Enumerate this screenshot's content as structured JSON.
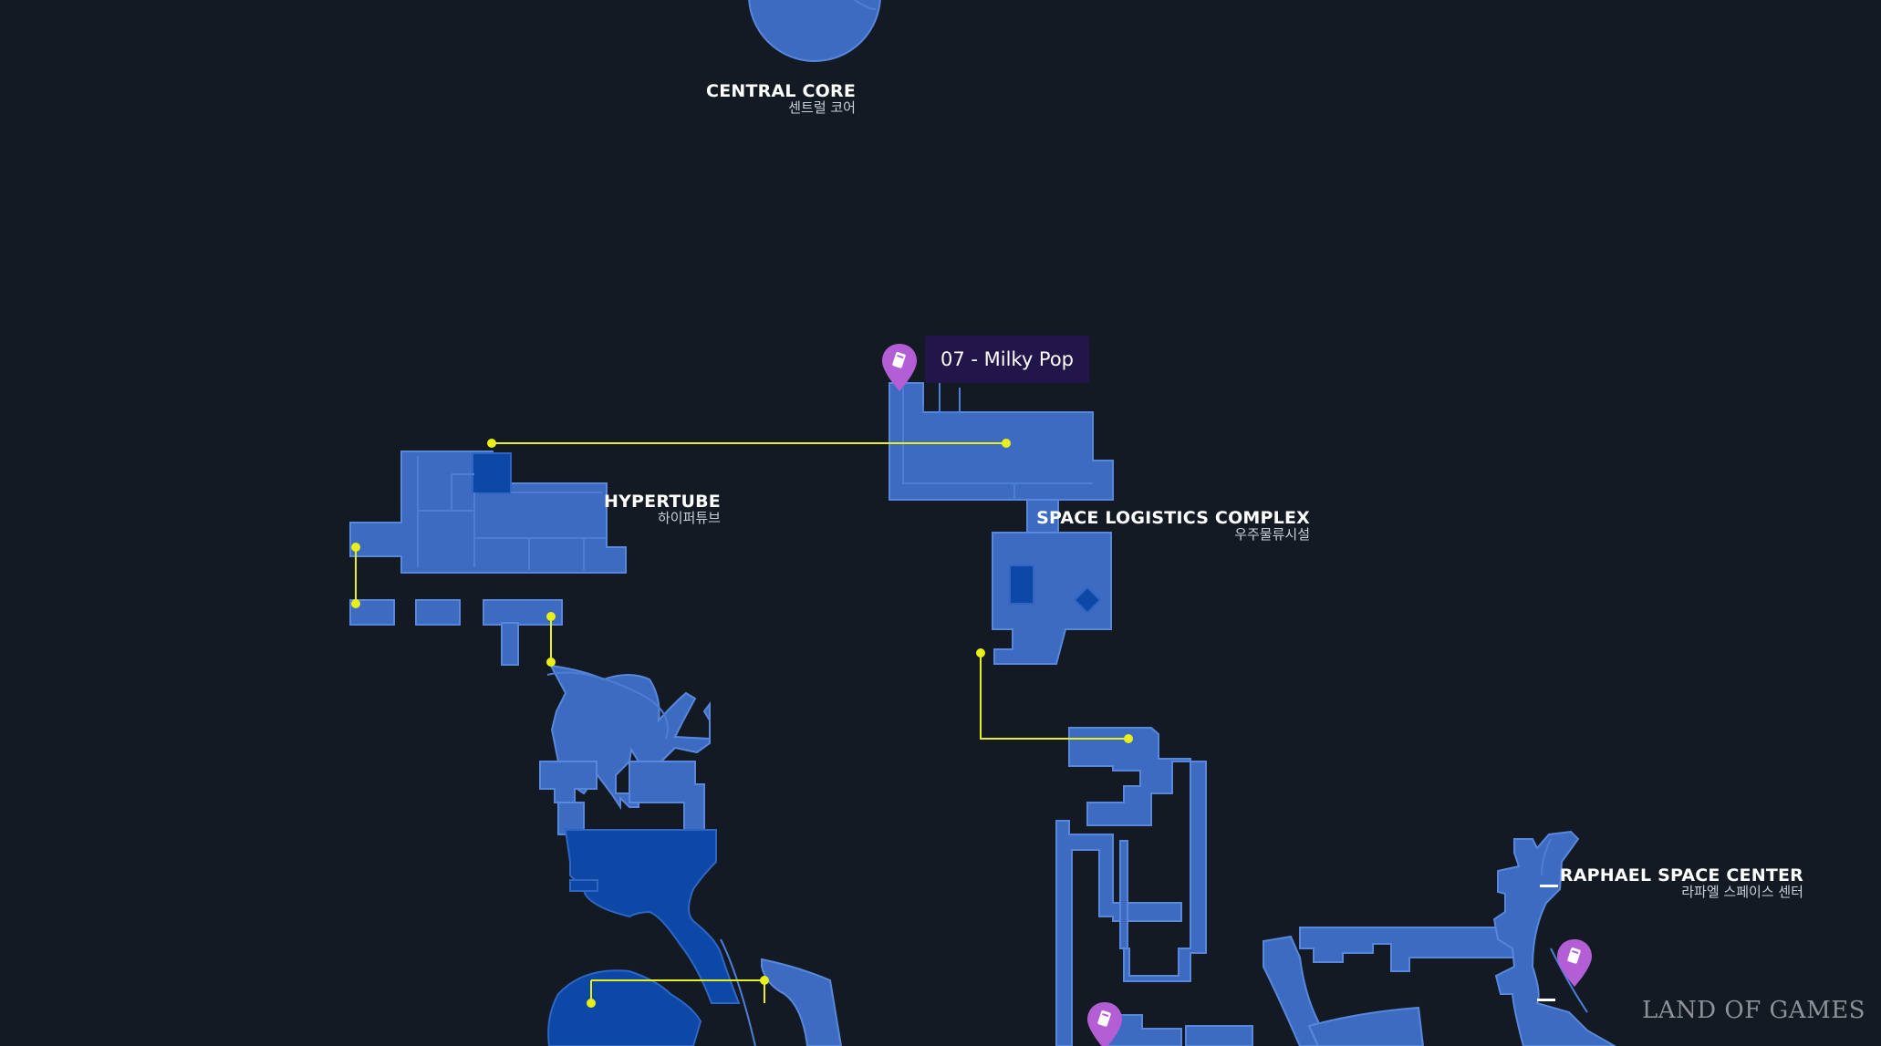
{
  "areas": {
    "central_core": {
      "name": "CENTRAL CORE",
      "name_ko": "센트럴 코어"
    },
    "hypertube": {
      "name": "HYPERTUBE",
      "name_ko": "하이퍼튜브"
    },
    "space_logistics": {
      "name": "SPACE LOGISTICS COMPLEX",
      "name_ko": "우주물류시설"
    },
    "raphael": {
      "name": "RAPHAEL SPACE CENTER",
      "name_ko": "라파엘 스페이스 센터"
    }
  },
  "selected_marker": {
    "label": "07 - Milky Pop"
  },
  "markers": [
    {
      "id": "milky-pop-07",
      "icon": "can-icon"
    },
    {
      "id": "raphael-collectible",
      "icon": "can-icon"
    },
    {
      "id": "bottom-collectible",
      "icon": "can-icon"
    }
  ],
  "watermark": "LAND OF GAMES",
  "colors": {
    "background": "#131a24",
    "room": "#3d6bc2",
    "room_dark": "#0e48a6",
    "route": "#e9f018",
    "marker": "#b45ed6",
    "tooltip_bg": "#22154a"
  }
}
